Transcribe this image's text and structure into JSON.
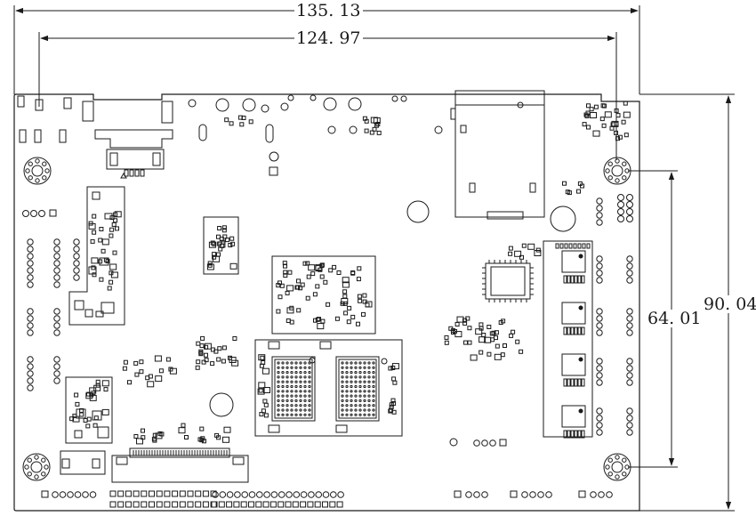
{
  "dimensions": {
    "overall_width": "135. 13",
    "hole_spacing_width": "124. 97",
    "overall_height": "90. 04",
    "hole_spacing_height": "64. 01"
  },
  "colors": {
    "line": "#1a1a1a",
    "background": "#ffffff"
  }
}
